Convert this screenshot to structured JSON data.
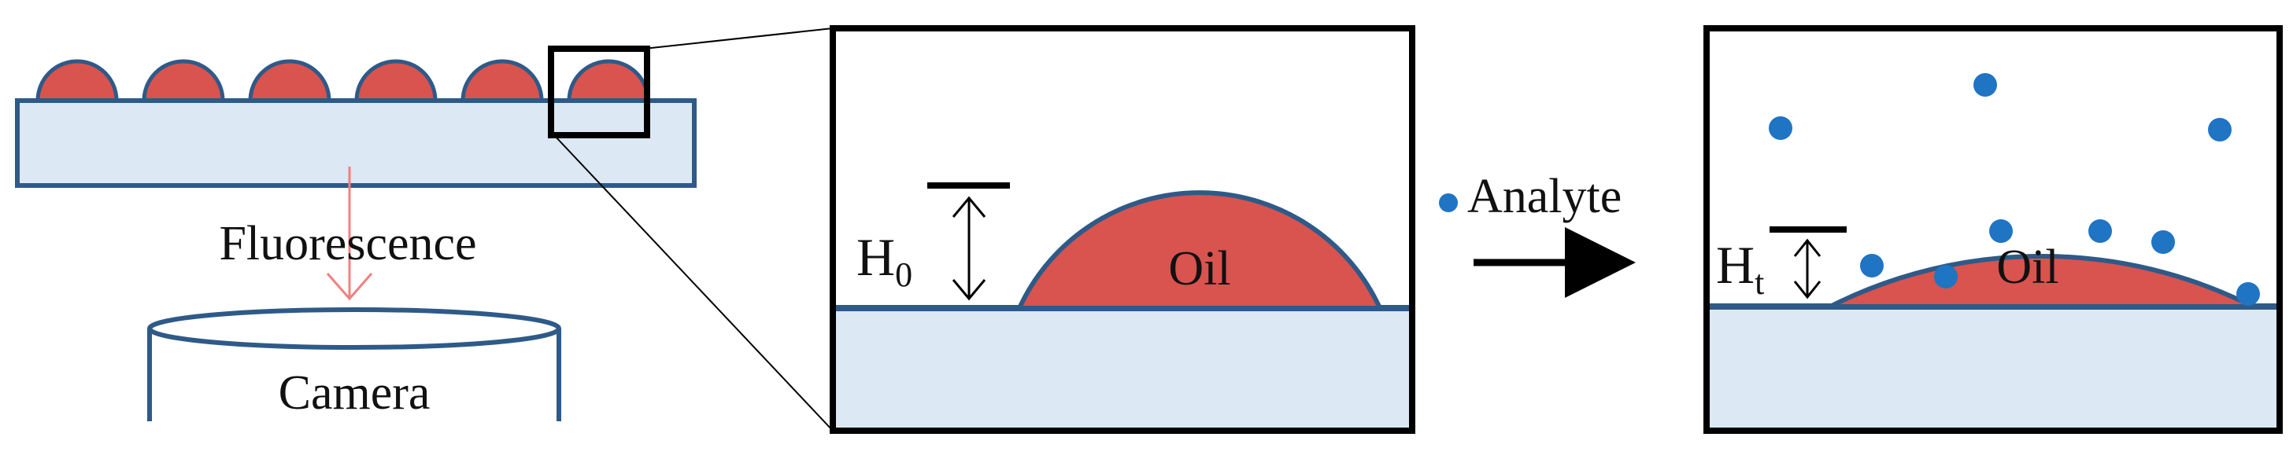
{
  "labels": {
    "fluorescence": "Fluorescence",
    "camera": "Camera",
    "oil_before": "Oil",
    "oil_after": "Oil",
    "analyte": "Analyte",
    "h0_main": "H",
    "h0_sub": "0",
    "ht_main": "H",
    "ht_sub": "t"
  },
  "colors": {
    "oil": "#d9534f",
    "oil_stroke": "#2e5a88",
    "substrate": "#dce8f3",
    "substrate_stroke": "#2e5a88",
    "analyte": "#1f74c4",
    "arrow_red": "#f08080",
    "frame": "#000000"
  },
  "icons": {
    "analyte_marker": "blue-dot",
    "reaction_arrow": "right-arrow"
  }
}
